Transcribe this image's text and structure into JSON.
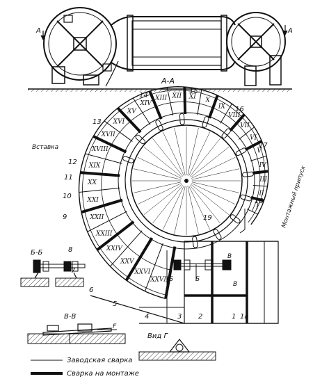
{
  "section_labels": {
    "section_aa": "А-А",
    "arrow_a_left": "А",
    "arrow_a_right": "А",
    "section_bb": "Б-Б",
    "section_vv": "В-В",
    "view_g": "Вид Г",
    "vstavka": "Вставка",
    "montazh_pripusk": "Монтажный припуск"
  },
  "segment_numerals": [
    "I",
    "II",
    "III",
    "IV",
    "V",
    "VI",
    "VII",
    "VIII",
    "IX",
    "X",
    "XI",
    "XII",
    "XIII",
    "XIV",
    "XV",
    "XVI",
    "XVII",
    "XVIII",
    "XIX",
    "XX",
    "XXI",
    "XXII",
    "XXIII",
    "XXIV",
    "XXV",
    "XXVI",
    "XXVII"
  ],
  "outer_numbers": [
    "1",
    "1a",
    "2",
    "3",
    "4",
    "5",
    "6",
    "7",
    "8",
    "9",
    "10",
    "11",
    "12",
    "13",
    "14",
    "15",
    "16",
    "17",
    "18",
    "19"
  ],
  "detail_letters": {
    "b": "Б",
    "b_prime": "Б",
    "v": "В",
    "v_bottom": "В",
    "f": "F"
  },
  "legend": {
    "factory_weld": "Заводская сварка",
    "site_weld": "Сварка на монтаже"
  }
}
